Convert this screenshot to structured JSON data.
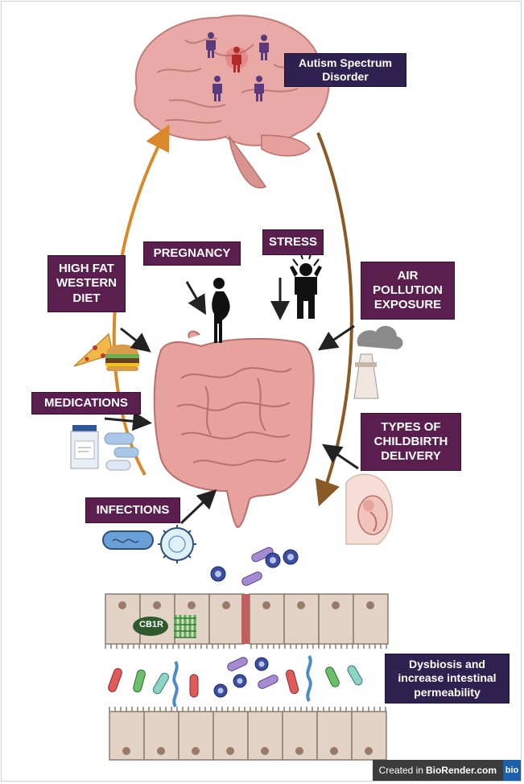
{
  "labels": {
    "autism": "Autism Spectrum\nDisorder",
    "pregnancy": "PREGNANCY",
    "stress": "STRESS",
    "diet": "HIGH FAT\nWESTERN\nDIET",
    "air": "AIR\nPOLLUTION\nEXPOSURE",
    "medications": "MEDICATIONS",
    "childbirth": "TYPES OF\nCHILDBIRTH\nDELIVERY",
    "infections": "INFECTIONS",
    "dysbiosis": "Dysbiosis and\nincrease intestinal\npermeability",
    "receptor": "CB1R"
  },
  "badge": {
    "prefix": "Created in",
    "brand": "BioRender.com",
    "logo": "bio"
  },
  "colors": {
    "label_bg": "#5a1f4e",
    "brain": "#e9a9a6",
    "intestine": "#e7a29d",
    "arrow_left": "#d9892a",
    "arrow_right": "#8a5a26",
    "tissue": "#e3d2c6"
  },
  "icons": [
    "brain-icon",
    "intestine-icon",
    "pregnant-woman-icon",
    "stressed-person-icon",
    "pizza-icon",
    "burger-icon",
    "pill-bottle-icon",
    "capsule-icon",
    "factory-icon",
    "childbirth-icon",
    "bacteria-icon",
    "virus-icon",
    "epithelium-icon"
  ]
}
